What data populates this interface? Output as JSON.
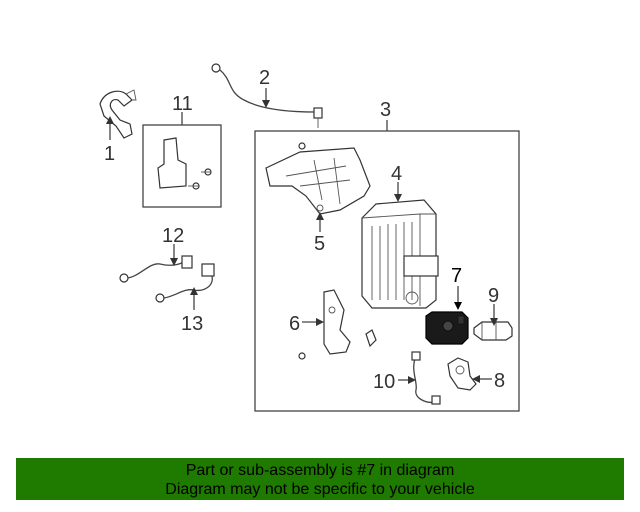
{
  "diagram": {
    "callouts": [
      {
        "id": "1",
        "text": "1"
      },
      {
        "id": "2",
        "text": "2"
      },
      {
        "id": "3",
        "text": "3"
      },
      {
        "id": "4",
        "text": "4"
      },
      {
        "id": "5",
        "text": "5"
      },
      {
        "id": "6",
        "text": "6"
      },
      {
        "id": "7",
        "text": "7"
      },
      {
        "id": "8",
        "text": "8"
      },
      {
        "id": "9",
        "text": "9"
      },
      {
        "id": "10",
        "text": "10"
      },
      {
        "id": "11",
        "text": "11"
      },
      {
        "id": "12",
        "text": "12"
      },
      {
        "id": "13",
        "text": "13"
      }
    ],
    "highlight_part": "7",
    "highlight_color": "#1a1a1a"
  },
  "banner": {
    "line1": "Part or sub-assembly is #7 in diagram",
    "line2": "Diagram may not be specific to your vehicle",
    "color": "#1f7a00"
  }
}
